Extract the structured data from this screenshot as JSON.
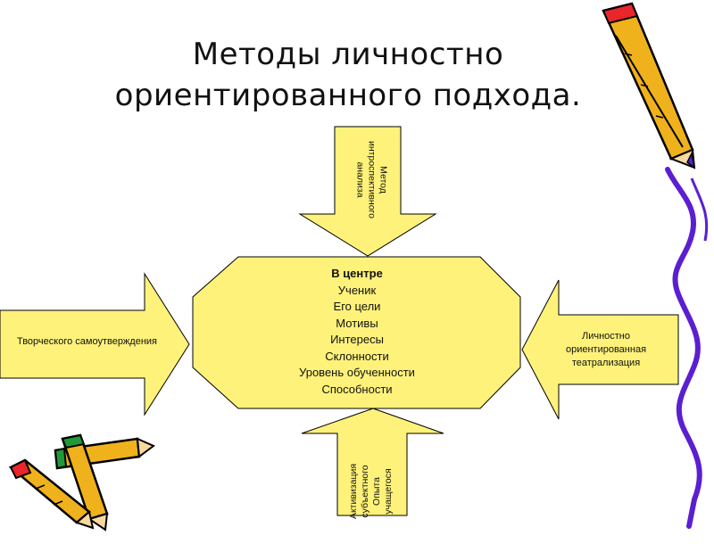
{
  "title": {
    "line1": "Методы личностно",
    "line2": "ориентированного подхода."
  },
  "center": {
    "heading": "В центре",
    "items": [
      "Ученик",
      "Его цели",
      "Мотивы",
      "Интересы",
      "Склонности",
      "Уровень обученности",
      "Способности"
    ]
  },
  "arrows": {
    "left": "Творческого самоутверждения",
    "right": [
      "Личностно",
      "ориентированная",
      "театрализация"
    ],
    "top": [
      "Метод",
      "интроспективного",
      "анализа"
    ],
    "bottom": [
      "Активизация",
      "субъектного",
      "Опыта",
      "учащегося"
    ]
  },
  "colors": {
    "shape_fill": "#fff27a",
    "stroke": "#000000",
    "decor_purple": "#5b1fd1",
    "pencil_yellow": "#f0b21c",
    "pencil_red": "#e8262b"
  }
}
